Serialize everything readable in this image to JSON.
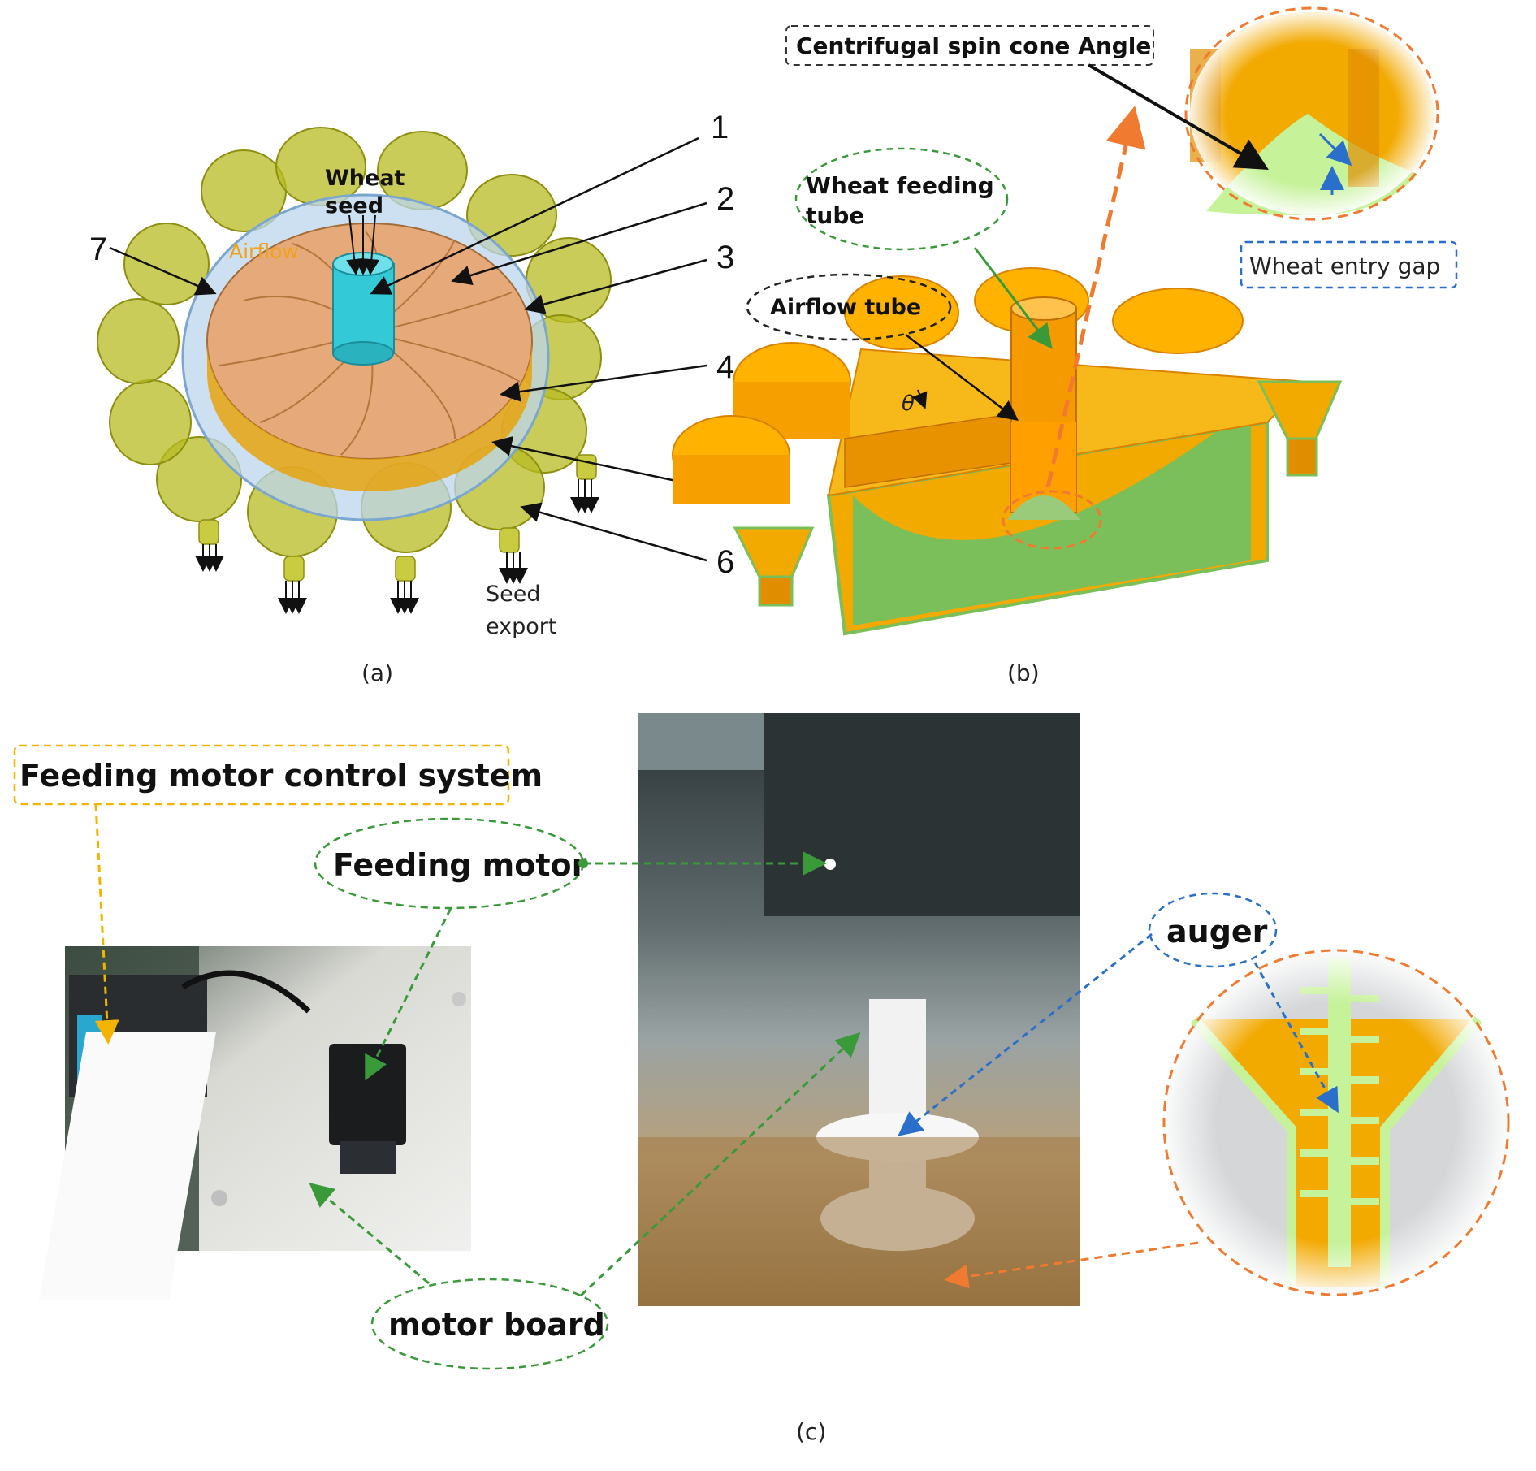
{
  "panel_a": {
    "caption": "(a)",
    "labels": {
      "wheat_seed_line1": "Wheat",
      "wheat_seed_line2": "seed",
      "airflow": "Airflow",
      "seed_export_line1": "Seed",
      "seed_export_line2": "export"
    },
    "part_numbers": [
      "1",
      "2",
      "3",
      "4",
      "5",
      "6",
      "7"
    ]
  },
  "panel_b": {
    "caption": "(b)",
    "labels": {
      "cone_angle": "Centrifugal spin cone Angle",
      "feeding_tube_line1": "Wheat feeding",
      "feeding_tube_line2": "tube",
      "airflow_tube": "Airflow tube",
      "entry_gap": "Wheat entry gap",
      "theta": "θ"
    }
  },
  "panel_c": {
    "caption": "(c)",
    "labels": {
      "control_system": "Feeding motor control system",
      "feeding_motor": "Feeding motor",
      "auger": "auger",
      "motor_board": "motor board"
    }
  },
  "colors": {
    "orange": "#f5a300",
    "orange_dark": "#d98200",
    "olive": "#bcbf2a",
    "green_section": "#7bbf5a",
    "cyan": "#33c9d6",
    "green_dash": "#3a9a3a",
    "orange_dash": "#f07a30",
    "blue_dash": "#2a6fc9",
    "yellow_dash": "#f2b400"
  }
}
